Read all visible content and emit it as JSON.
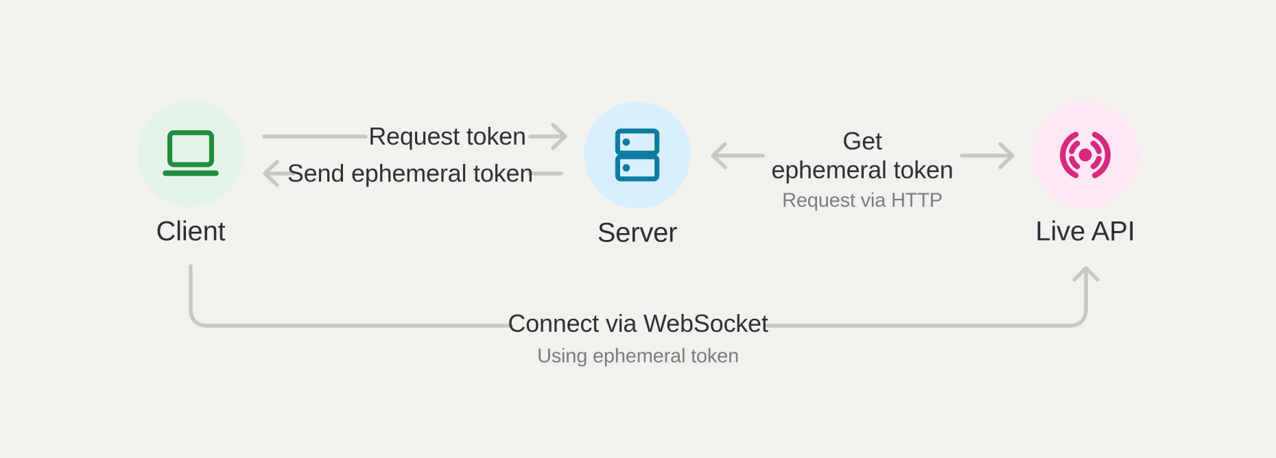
{
  "diagram": {
    "background": "#f2f1ee",
    "nodes": {
      "client": {
        "label": "Client",
        "icon": "laptop-icon",
        "icon_color": "#1e8e3e",
        "circle_color": "#e4f3e7"
      },
      "server": {
        "label": "Server",
        "icon": "server-icon",
        "icon_color": "#0c7da0",
        "circle_color": "#d9eefb"
      },
      "live_api": {
        "label": "Live API",
        "icon": "live-broadcast-icon",
        "icon_color": "#d7297e",
        "circle_color": "#fce7f3"
      }
    },
    "edges": {
      "request_token": {
        "from": "Client",
        "to": "Server",
        "direction": "right",
        "label": "Request token"
      },
      "send_ephemeral_token": {
        "from": "Server",
        "to": "Client",
        "direction": "left",
        "label": "Send ephemeral token"
      },
      "get_ephemeral_token": {
        "from": "Server",
        "to": "Live API",
        "direction": "both",
        "label_line1": "Get",
        "label_line2": "ephemeral token",
        "sublabel": "Request via HTTP"
      },
      "connect_websocket": {
        "from": "Client",
        "to": "Live API",
        "direction": "right",
        "label": "Connect via WebSocket",
        "sublabel": "Using ephemeral token"
      }
    },
    "colors": {
      "background": "#f2f1ee",
      "connector": "#c7c7c5",
      "text_primary": "#303134",
      "text_secondary": "#7b7c7e"
    }
  }
}
